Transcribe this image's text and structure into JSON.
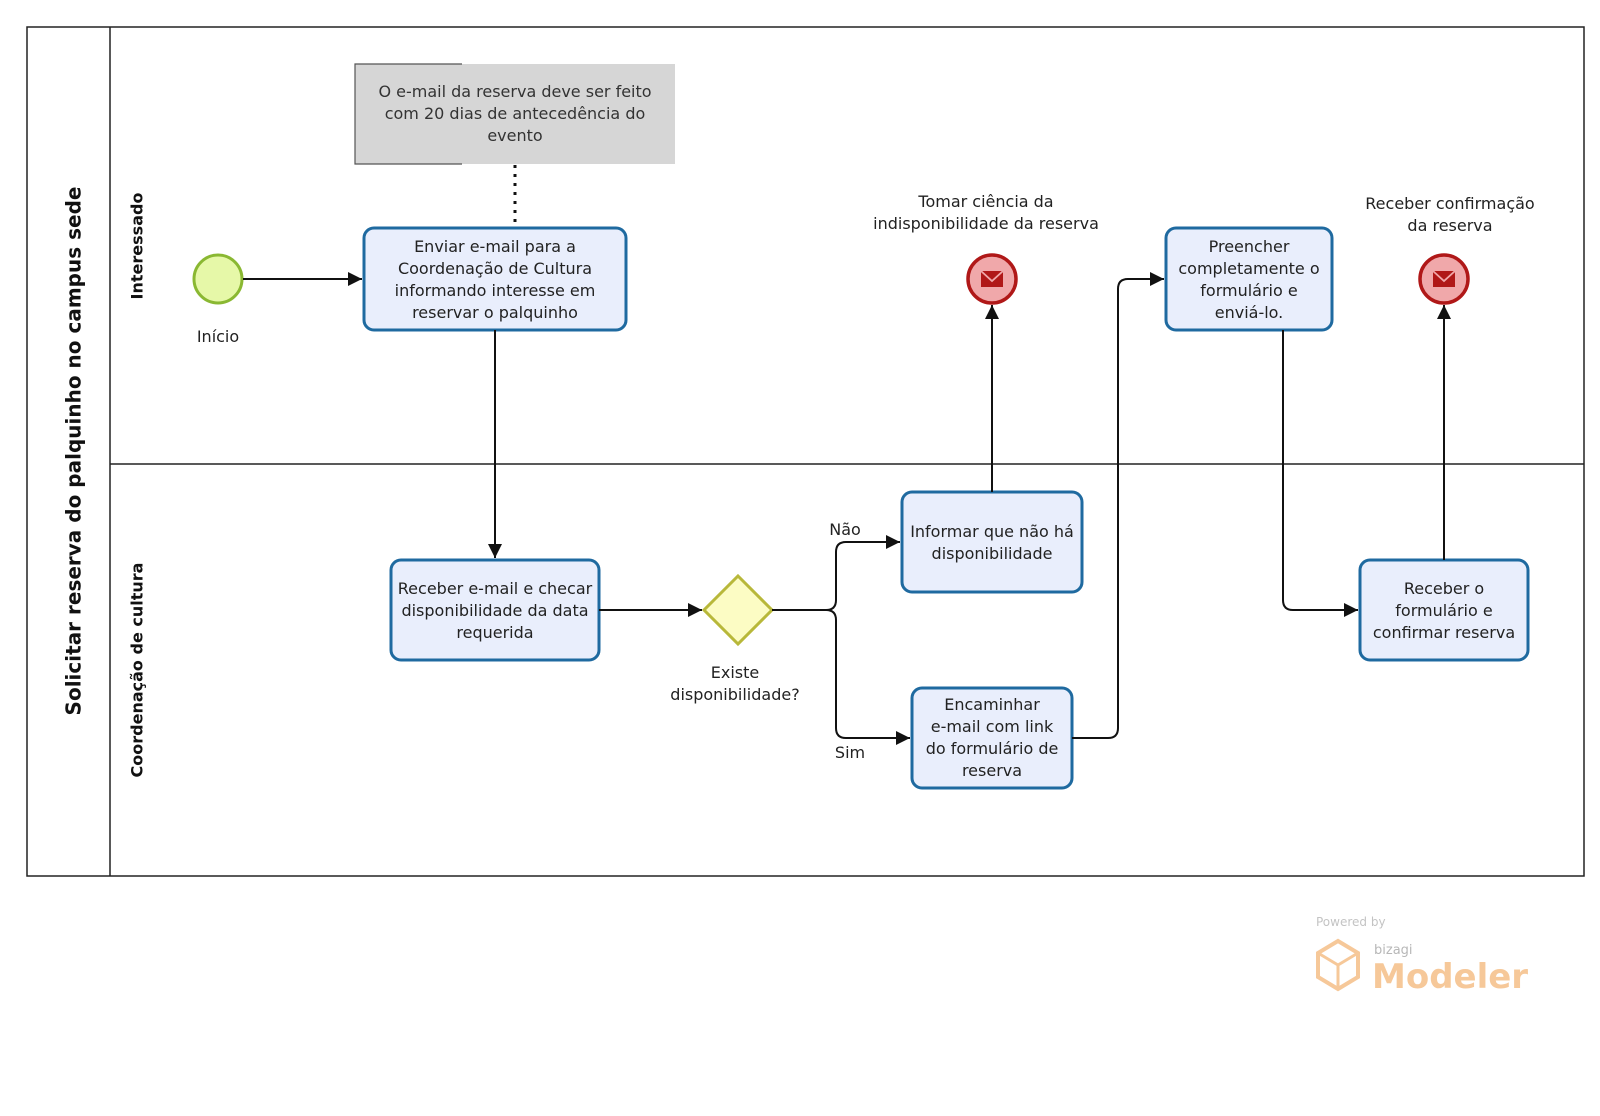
{
  "pool": {
    "title": "Solicitar reserva do palquinho no campus sede"
  },
  "lanes": [
    {
      "name": "Interessado"
    },
    {
      "name": "Coordenação de cultura"
    }
  ],
  "annotation": {
    "lines": [
      "O e-mail da reserva deve ser feito",
      "com 20 dias de antecedência do",
      "evento"
    ]
  },
  "events": {
    "start": {
      "label": "Início",
      "color": "#e6f8a8",
      "stroke": "#8ab832"
    },
    "end_unavailable": {
      "lines": [
        "Tomar ciência da",
        "indisponibilidade da reserva"
      ],
      "icon": "envelope-icon"
    },
    "end_confirmed": {
      "lines": [
        "Receber confirmação",
        "da reserva"
      ],
      "icon": "envelope-icon"
    }
  },
  "tasks": {
    "send_email": {
      "lines": [
        "Enviar e-mail para a",
        "Coordenação de Cultura",
        "informando interesse em",
        "reservar o palquinho"
      ]
    },
    "receive_check": {
      "lines": [
        "Receber e-mail e checar",
        "disponibilidade da data",
        "requerida"
      ]
    },
    "inform_unavailable": {
      "lines": [
        "Informar que não há",
        "disponibilidade"
      ]
    },
    "forward_link": {
      "lines": [
        "Encaminhar",
        "e-mail com link",
        "do formulário de",
        "reserva"
      ]
    },
    "fill_form": {
      "lines": [
        "Preencher",
        "completamente o",
        "formulário e",
        "enviá-lo."
      ]
    },
    "receive_form": {
      "lines": [
        "Receber o",
        "formulário e",
        "confirmar reserva"
      ]
    }
  },
  "gateway": {
    "lines": [
      "Existe",
      "disponibilidade?"
    ],
    "color": "#fcfcc4",
    "stroke": "#b8b83a"
  },
  "flows": {
    "no_label": "Não",
    "yes_label": "Sim"
  },
  "branding": {
    "powered_by": "Powered by",
    "company": "bizagi",
    "product": "Modeler"
  },
  "colors": {
    "task_fill": "#e9eefc",
    "task_stroke": "#1f6aa0",
    "end_fill": "#f0a8aa",
    "end_stroke": "#b01818",
    "brand": "#f4b678"
  }
}
